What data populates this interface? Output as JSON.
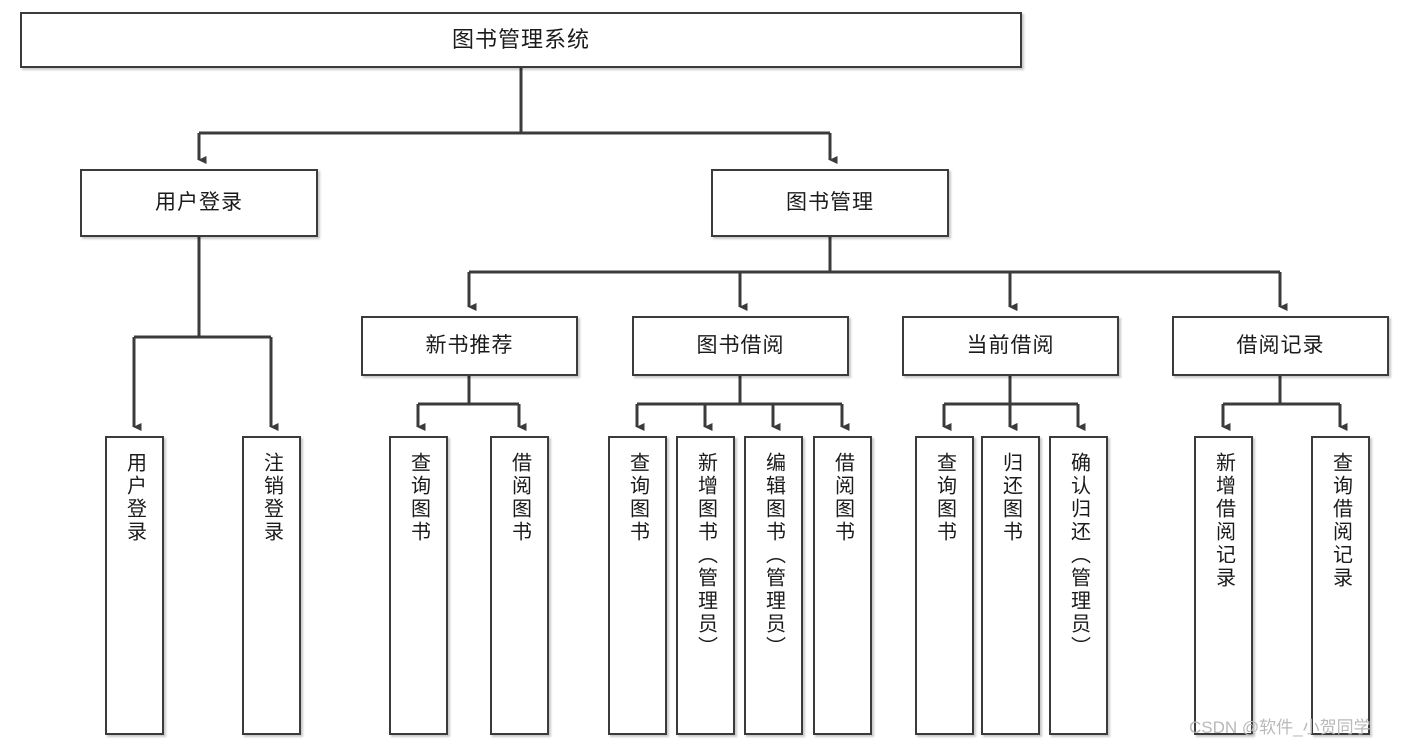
{
  "diagram": {
    "type": "tree-hierarchy",
    "title": "图书管理系统",
    "watermark": "CSDN @软件_小贺同学",
    "colors": {
      "node_border": "#3b3b3b",
      "node_fill": "#ffffff",
      "edge": "#3b3b3b",
      "text": "#1b1b1b",
      "watermark": "#b9b9b9",
      "background": "#ffffff"
    },
    "nodes": {
      "root": {
        "id": "root",
        "label": "图书管理系统",
        "level": 0
      },
      "level1": [
        {
          "id": "user-login",
          "label": "用户登录",
          "level": 1
        },
        {
          "id": "book-manage",
          "label": "图书管理",
          "level": 1
        }
      ],
      "level2": [
        {
          "id": "new-book-recommend",
          "label": "新书推荐",
          "level": 2,
          "parent": "book-manage"
        },
        {
          "id": "book-borrow",
          "label": "图书借阅",
          "level": 2,
          "parent": "book-manage"
        },
        {
          "id": "current-borrow",
          "label": "当前借阅",
          "level": 2,
          "parent": "book-manage"
        },
        {
          "id": "borrow-record",
          "label": "借阅记录",
          "level": 2,
          "parent": "book-manage"
        }
      ],
      "leaves": [
        {
          "id": "leaf-user-login",
          "label": "用户登录",
          "parent": "user-login"
        },
        {
          "id": "leaf-logout-login",
          "label": "注销登录",
          "parent": "user-login"
        },
        {
          "id": "leaf-query-book-1",
          "label": "查询图书",
          "parent": "new-book-recommend"
        },
        {
          "id": "leaf-borrow-book-1",
          "label": "借阅图书",
          "parent": "new-book-recommend"
        },
        {
          "id": "leaf-query-book-2",
          "label": "查询图书",
          "parent": "book-borrow"
        },
        {
          "id": "leaf-add-book",
          "label": "新增图书（管理员）",
          "parent": "book-borrow"
        },
        {
          "id": "leaf-edit-book",
          "label": "编辑图书（管理员）",
          "parent": "book-borrow"
        },
        {
          "id": "leaf-borrow-book-2",
          "label": "借阅图书",
          "parent": "book-borrow"
        },
        {
          "id": "leaf-query-book-3",
          "label": "查询图书",
          "parent": "current-borrow"
        },
        {
          "id": "leaf-return-book",
          "label": "归还图书",
          "parent": "current-borrow"
        },
        {
          "id": "leaf-confirm-return",
          "label": "确认归还（管理员）",
          "parent": "current-borrow"
        },
        {
          "id": "leaf-add-record",
          "label": "新增借阅记录",
          "parent": "borrow-record"
        },
        {
          "id": "leaf-query-record",
          "label": "查询借阅记录",
          "parent": "borrow-record"
        }
      ]
    }
  }
}
